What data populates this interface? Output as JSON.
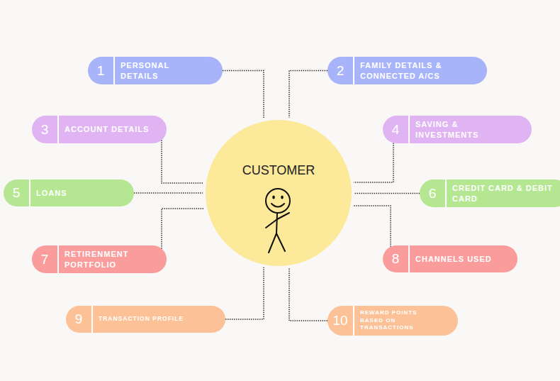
{
  "diagram": {
    "nodes": [
      {
        "text": [
          "CUSTOMER"
        ]
      },
      {
        "text": [
          "1",
          "PERSONAL DETAILS"
        ]
      },
      {
        "text": [
          "2",
          "FAMILY DETAILS & CONNECTED A/CS"
        ]
      },
      {
        "text": [
          "3",
          "ACCOUNT DETAILS"
        ]
      },
      {
        "text": [
          "4",
          "SAVING & INVESTMENTS"
        ]
      },
      {
        "text": [
          "5",
          "LOANS"
        ]
      },
      {
        "text": [
          "6",
          "CREDIT CARD & DEBIT CARD"
        ]
      },
      {
        "text": [
          "7",
          "RETIRENMENT PORTFOLIO"
        ]
      },
      {
        "text": [
          "8",
          "CHANNELS USED"
        ]
      },
      {
        "text": [
          "9",
          "TRANSACTION PROFILE"
        ]
      },
      {
        "text": [
          "10",
          "REWARD POINTS BASED ON TRANSACTIONS"
        ]
      }
    ],
    "edges": [
      {
        "from": 1,
        "to": 0,
        "arrow": "none"
      },
      {
        "from": 2,
        "to": 0,
        "arrow": "none"
      },
      {
        "from": 3,
        "to": 0,
        "arrow": "none"
      },
      {
        "from": 4,
        "to": 0,
        "arrow": "none"
      },
      {
        "from": 5,
        "to": 0,
        "arrow": "none"
      },
      {
        "from": 6,
        "to": 0,
        "arrow": "none"
      },
      {
        "from": 7,
        "to": 0,
        "arrow": "none"
      },
      {
        "from": 8,
        "to": 0,
        "arrow": "none"
      },
      {
        "from": 9,
        "to": 0,
        "arrow": "none"
      },
      {
        "from": 10,
        "to": 0,
        "arrow": "none"
      }
    ]
  }
}
